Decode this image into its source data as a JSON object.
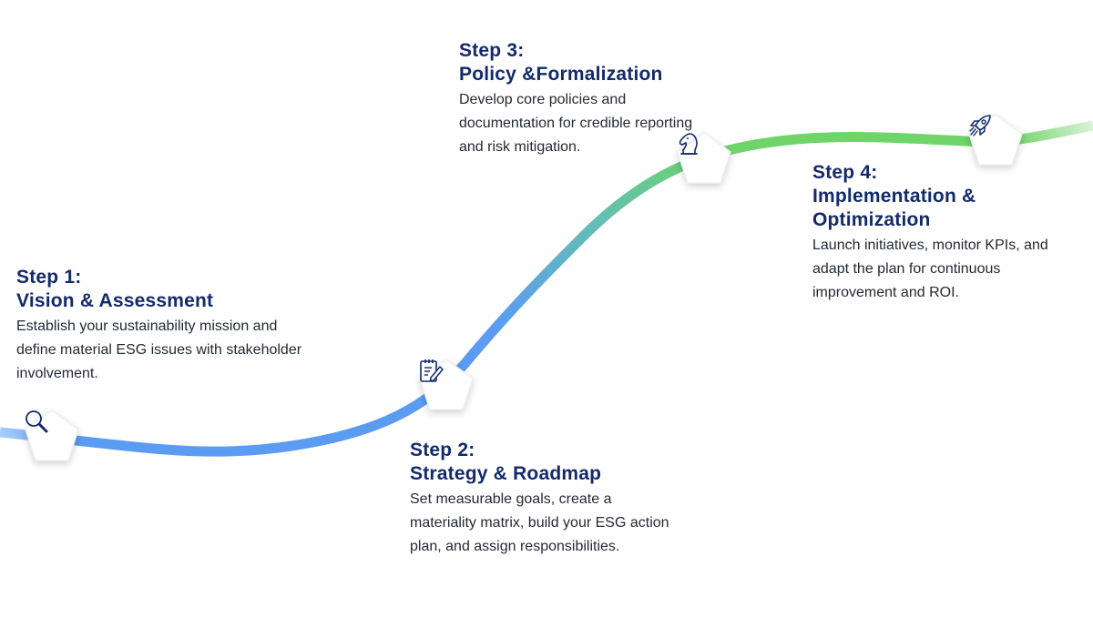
{
  "steps": [
    {
      "label": "Step 1:",
      "name": "Vision & Assessment",
      "description": "Establish your sustainability mission and define material ESG issues with stakeholder involvement.",
      "icon": "magnifier-icon"
    },
    {
      "label": "Step 2:",
      "name": "Strategy & Roadmap",
      "description": "Set measurable goals, create a materiality matrix, build your ESG action plan, and assign responsibilities.",
      "icon": "clipboard-edit-icon"
    },
    {
      "label": "Step 3:",
      "name": "Policy &Formalization",
      "description": "Develop core policies and documentation for credible reporting and risk mitigation.",
      "icon": "chess-knight-icon"
    },
    {
      "label": "Step 4:",
      "name": "Implementation & Optimization",
      "description": "Launch initiatives, monitor KPIs, and adapt the plan for continuous improvement and ROI.",
      "icon": "rocket-icon"
    }
  ],
  "colors": {
    "title": "#132a6b",
    "curve_start": "#5b9cf2",
    "curve_end": "#6fd46a",
    "icon_stroke": "#132a6b"
  }
}
